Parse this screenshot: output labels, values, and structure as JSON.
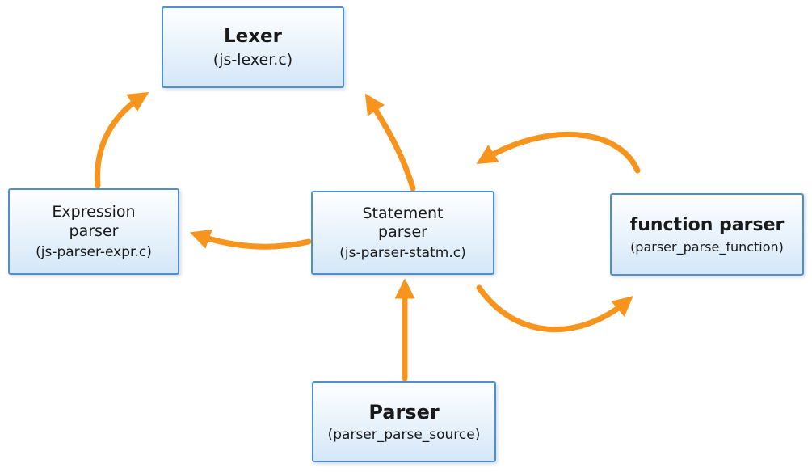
{
  "diagram": {
    "colors": {
      "arrow": "#F7941D",
      "box_border": "#4E8FD0",
      "box_fill_top": "#FEFFFF",
      "box_fill_bottom": "#D5E7F8"
    },
    "nodes": {
      "lexer": {
        "title": "Lexer",
        "subtitle": "(js-lexer.c)"
      },
      "expression_parser": {
        "title": "Expression\nparser",
        "subtitle": "(js-parser-expr.c)"
      },
      "statement_parser": {
        "title": "Statement\nparser",
        "subtitle": "(js-parser-statm.c)"
      },
      "function_parser": {
        "title": "function parser",
        "subtitle": "(parser_parse_function)"
      },
      "parser": {
        "title": "Parser",
        "subtitle": "(parser_parse_source)"
      }
    },
    "edges": [
      {
        "from": "expression_parser",
        "to": "lexer"
      },
      {
        "from": "statement_parser",
        "to": "lexer"
      },
      {
        "from": "statement_parser",
        "to": "expression_parser"
      },
      {
        "from": "parser",
        "to": "statement_parser"
      },
      {
        "from": "function_parser",
        "to": "statement_parser"
      },
      {
        "from": "statement_parser",
        "to": "function_parser"
      }
    ]
  }
}
